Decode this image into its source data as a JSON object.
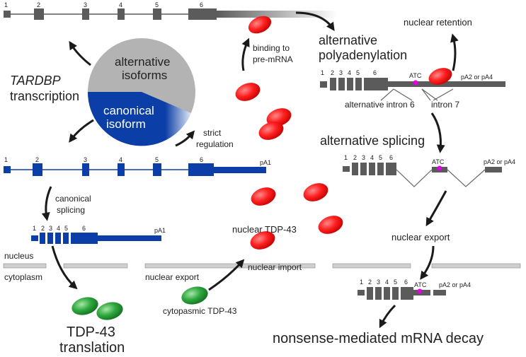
{
  "colors": {
    "gray": "#5b5b5b",
    "blue": "#0b3ea6",
    "red": "#e8161b",
    "green": "#1b8c2e",
    "pie_gray": "#b3b3b3",
    "magenta": "#e000e0",
    "membrane": "#cfcfcf"
  },
  "labels": {
    "tardbp": "TARDBP",
    "transcription": "transcription",
    "alt_isoforms_1": "alternative",
    "alt_isoforms_2": "isoforms",
    "canon_isoform_1": "canonical",
    "canon_isoform_2": "isoform",
    "strict_1": "strict",
    "strict_2": "regulation",
    "binding_1": "binding to",
    "binding_2": "pre-mRNA",
    "alt_polyA_1": "alternative",
    "alt_polyA_2": "polyadenylation",
    "nuclear_retention": "nuclear retention",
    "alt_intron6": "alternative intron 6",
    "intron7": "intron 7",
    "alt_splicing": "alternative splicing",
    "canon_splicing_1": "canonical",
    "canon_splicing_2": "splicing",
    "nuclear_tdp43": "nuclear TDP-43",
    "nuclear_import": "nuclear import",
    "nuclear_export_right": "nuclear export",
    "nuclear_export_left": "nuclear export",
    "nucleus": "nucleus",
    "cytoplasm": "cytoplasm",
    "cyto_tdp43": "cytopasmic TDP-43",
    "tdp43_translation_1": "TDP-43",
    "tdp43_translation_2": "translation",
    "nmd": "nonsense-mediated mRNA decay",
    "atc": "ATC",
    "pa1": "pA1",
    "pa2_pa4": "pA2 or pA4"
  },
  "exon_numbers": [
    "1",
    "2",
    "3",
    "4",
    "5",
    "6"
  ]
}
